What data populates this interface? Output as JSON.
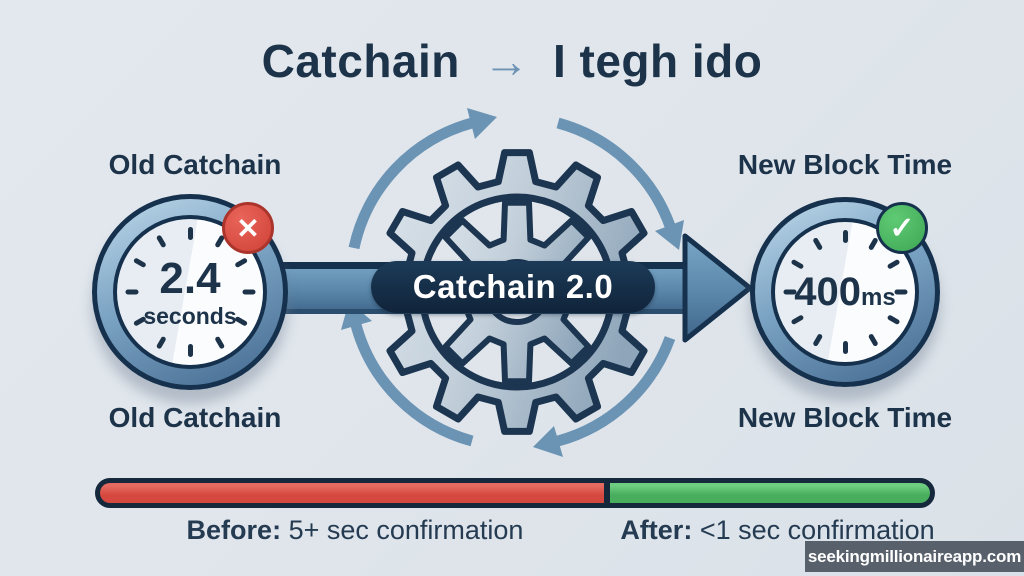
{
  "title": {
    "product": "Catchain",
    "arrow": "→",
    "suffix": "I tegh ido"
  },
  "before_panel": {
    "heading": "Old Catchain",
    "clock_value": "2.4",
    "clock_unit": "seconds",
    "status_icon": "✕",
    "caption": "Old Catchain"
  },
  "after_panel": {
    "heading": "New Block Time",
    "clock_value": "400",
    "clock_unit": "ms",
    "status_icon": "✓",
    "caption": "New Block Time"
  },
  "center": {
    "banner": "Catchain 2.0"
  },
  "comparison_bar": {
    "before_bold": "Before:",
    "before_text": " 5+ sec confirmation",
    "after_bold": "After:",
    "after_text": " <1 sec confirmation",
    "red_fraction": 0.615
  },
  "watermark": {
    "text": "seekingmillionaireapp.com"
  },
  "colors": {
    "navy": "#1D3349",
    "steel_blue": "#6B93B4",
    "red": "#D5483F",
    "green": "#48AD5C",
    "background": "#DFE5EB"
  }
}
